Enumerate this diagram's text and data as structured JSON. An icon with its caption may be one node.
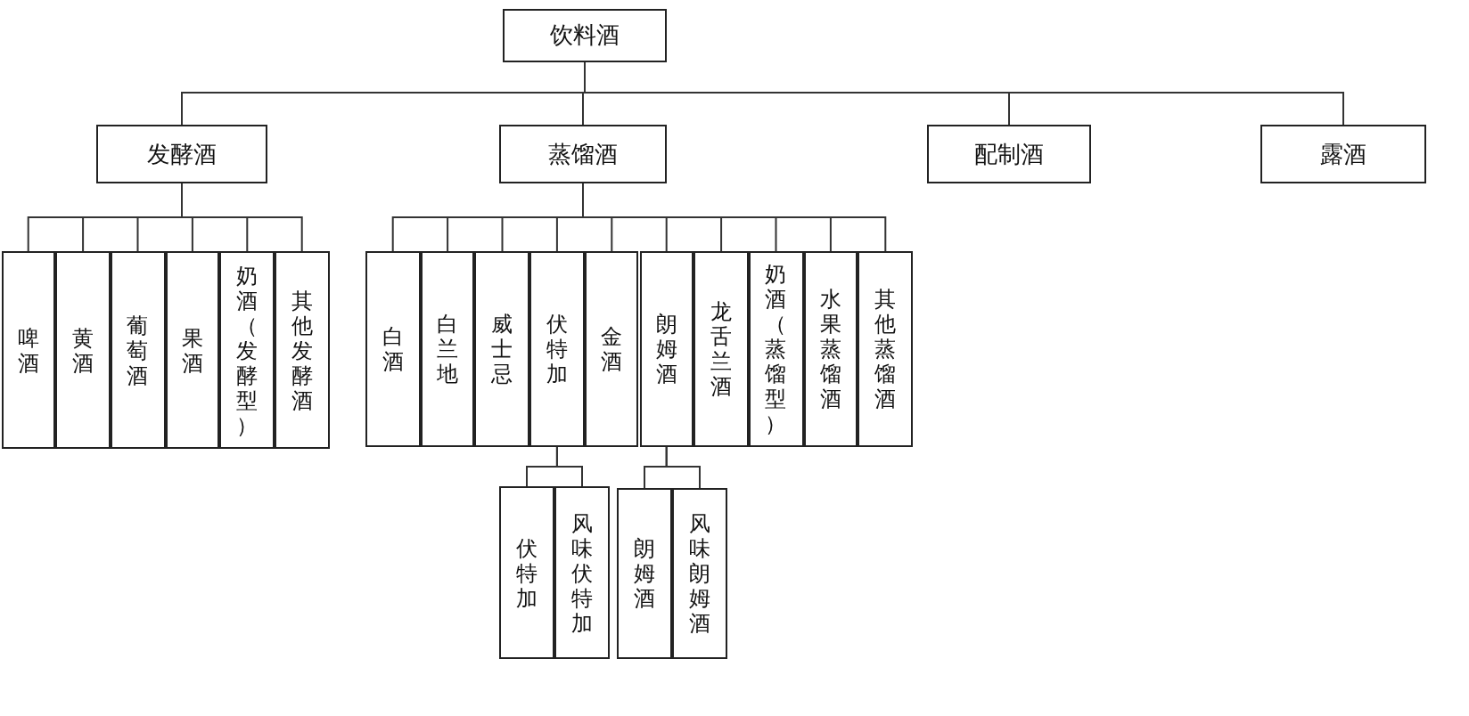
{
  "diagram": {
    "nodes": [
      {
        "text": [
          "饮料酒"
        ]
      },
      {
        "text": [
          "发酵酒"
        ]
      },
      {
        "text": [
          "蒸馏酒"
        ]
      },
      {
        "text": [
          "配制酒"
        ]
      },
      {
        "text": [
          "露酒"
        ]
      },
      {
        "text": [
          "啤酒"
        ]
      },
      {
        "text": [
          "黄酒"
        ]
      },
      {
        "text": [
          "葡萄酒"
        ]
      },
      {
        "text": [
          "果酒"
        ]
      },
      {
        "text": [
          "奶酒（发酵型）"
        ]
      },
      {
        "text": [
          "其他发酵酒"
        ]
      },
      {
        "text": [
          "白酒"
        ]
      },
      {
        "text": [
          "白兰地"
        ]
      },
      {
        "text": [
          "威士忌"
        ]
      },
      {
        "text": [
          "伏特加"
        ]
      },
      {
        "text": [
          "金酒"
        ]
      },
      {
        "text": [
          "朗姆酒"
        ]
      },
      {
        "text": [
          "龙舌兰酒"
        ]
      },
      {
        "text": [
          "奶酒（蒸馏型）"
        ]
      },
      {
        "text": [
          "水果蒸馏酒"
        ]
      },
      {
        "text": [
          "其他蒸馏酒"
        ]
      },
      {
        "text": [
          "伏特加"
        ]
      },
      {
        "text": [
          "风味伏特加"
        ]
      },
      {
        "text": [
          "朗姆酒"
        ]
      },
      {
        "text": [
          "风味朗姆酒"
        ]
      }
    ],
    "edges": [
      {
        "from": 0,
        "to": 1,
        "arrow": "none"
      },
      {
        "from": 0,
        "to": 2,
        "arrow": "none"
      },
      {
        "from": 0,
        "to": 3,
        "arrow": "none"
      },
      {
        "from": 0,
        "to": 4,
        "arrow": "none"
      },
      {
        "from": 1,
        "to": 5,
        "arrow": "none"
      },
      {
        "from": 1,
        "to": 6,
        "arrow": "none"
      },
      {
        "from": 1,
        "to": 7,
        "arrow": "none"
      },
      {
        "from": 1,
        "to": 8,
        "arrow": "none"
      },
      {
        "from": 1,
        "to": 9,
        "arrow": "none"
      },
      {
        "from": 1,
        "to": 10,
        "arrow": "none"
      },
      {
        "from": 2,
        "to": 11,
        "arrow": "none"
      },
      {
        "from": 2,
        "to": 12,
        "arrow": "none"
      },
      {
        "from": 2,
        "to": 13,
        "arrow": "none"
      },
      {
        "from": 2,
        "to": 14,
        "arrow": "none"
      },
      {
        "from": 2,
        "to": 15,
        "arrow": "none"
      },
      {
        "from": 2,
        "to": 16,
        "arrow": "none"
      },
      {
        "from": 2,
        "to": 17,
        "arrow": "none"
      },
      {
        "from": 2,
        "to": 18,
        "arrow": "none"
      },
      {
        "from": 2,
        "to": 19,
        "arrow": "none"
      },
      {
        "from": 2,
        "to": 20,
        "arrow": "none"
      },
      {
        "from": 14,
        "to": 21,
        "arrow": "none"
      },
      {
        "from": 14,
        "to": 22,
        "arrow": "none"
      },
      {
        "from": 16,
        "to": 23,
        "arrow": "none"
      },
      {
        "from": 16,
        "to": 24,
        "arrow": "none"
      }
    ]
  }
}
